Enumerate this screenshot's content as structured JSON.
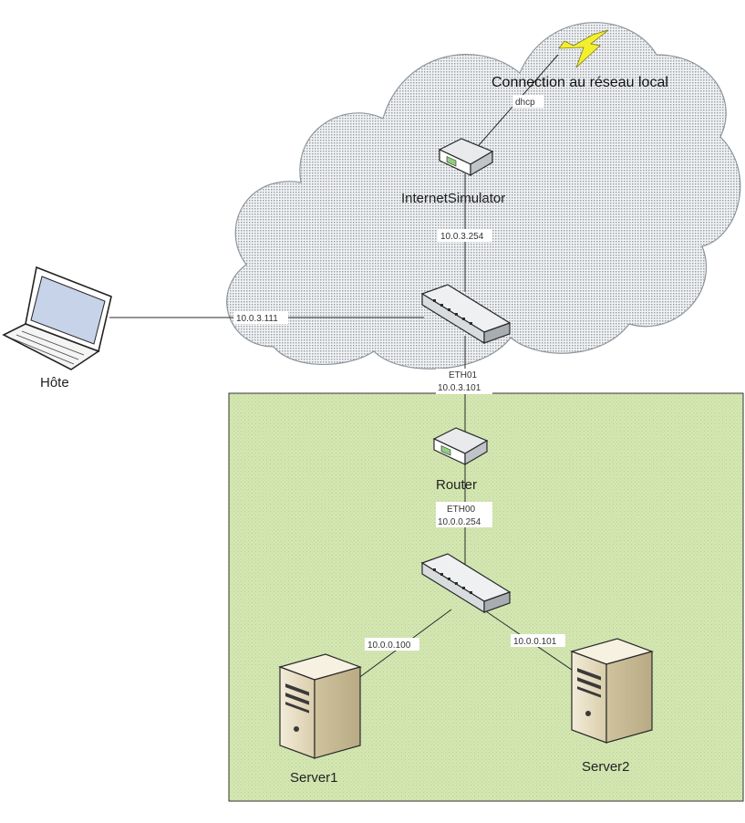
{
  "nodes": {
    "internet_simulator": {
      "label": "InternetSimulator",
      "icon": "router-icon"
    },
    "wan_switch": {
      "label": "",
      "icon": "switch-icon"
    },
    "host": {
      "label": "Hôte",
      "icon": "laptop-icon"
    },
    "router": {
      "label": "Router",
      "icon": "router-icon"
    },
    "lan_switch": {
      "label": "",
      "icon": "switch-icon"
    },
    "server1": {
      "label": "Server1",
      "icon": "server-icon"
    },
    "server2": {
      "label": "Server2",
      "icon": "server-icon"
    }
  },
  "local_network": {
    "label": "Connection au réseau local",
    "icon": "lightning-icon"
  },
  "links": {
    "local_to_sim": "dhcp",
    "sim_to_switch": "10.0.3.254",
    "host_to_switch": "10.0.3.111",
    "switch_to_router_iface": "ETH01",
    "switch_to_router_ip": "10.0.3.101",
    "router_to_lan_iface": "ETH00",
    "router_to_lan_ip": "10.0.0.254",
    "lan_to_server1": "10.0.0.100",
    "lan_to_server2": "10.0.0.101"
  },
  "colors": {
    "cloud_fill": "#d9dde0",
    "lan_zone_fill": "#cfe3ab",
    "lightning": "#f3ef2e"
  }
}
